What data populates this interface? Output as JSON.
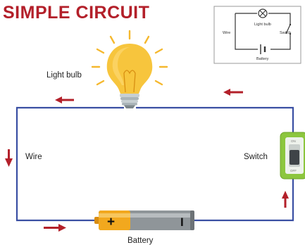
{
  "title": "SIMPLE CIRCUIT",
  "labels": {
    "light_bulb": "Light bulb",
    "wire": "Wire",
    "switch": "Switch",
    "battery": "Battery"
  },
  "battery_terminals": {
    "positive": "+",
    "negative": "I"
  },
  "switch_states": {
    "on": "ON",
    "off": "OFF"
  },
  "schematic": {
    "light_bulb": "Light bulb",
    "wire": "Wire",
    "switch": "Switch",
    "battery": "Battery"
  },
  "colors": {
    "title": "#b3202a",
    "wire": "#3a4fa3",
    "arrow": "#b3202a",
    "bulb_glass": "#f7c53d",
    "bulb_glow": "#fbd467",
    "bulb_base": "#c7cfd2",
    "battery_plus_band": "#f2a81e",
    "battery_body": "#8f9599",
    "switch_case": "#8cc63e",
    "label": "#222222"
  }
}
